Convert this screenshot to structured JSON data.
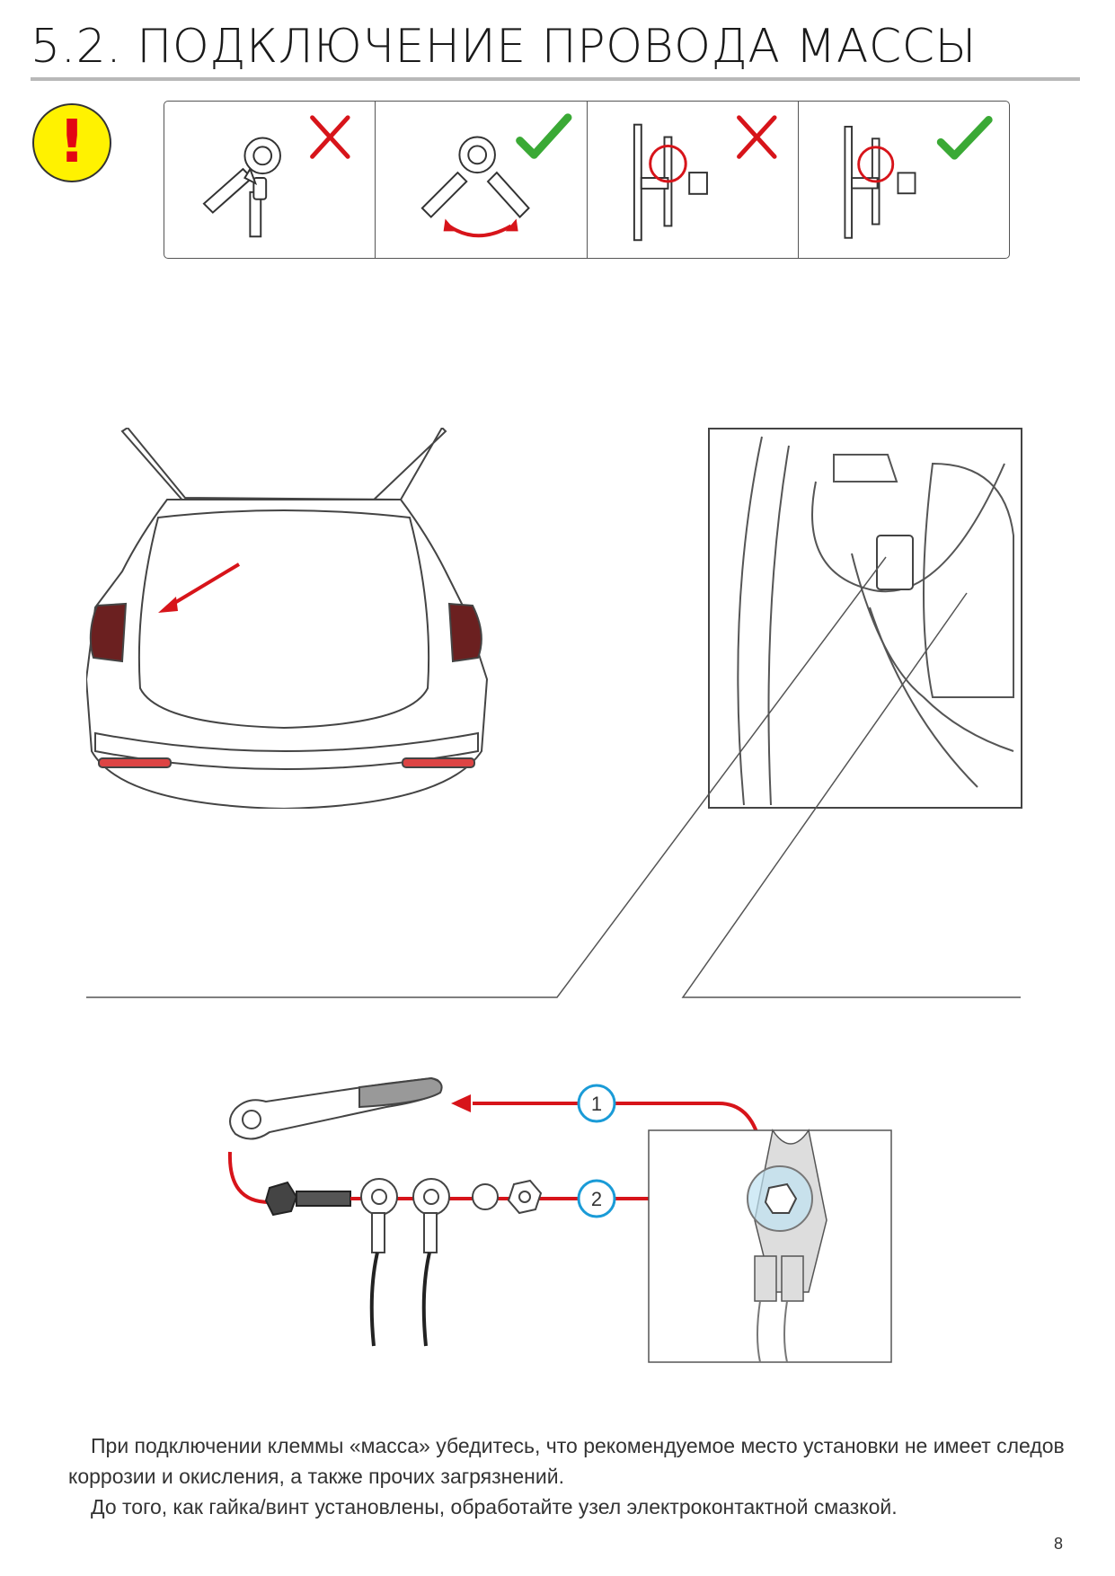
{
  "header": {
    "title": "5.2. ПОДКЛЮЧЕНИЕ ПРОВОДА МАССЫ"
  },
  "warning": {
    "symbol": "!",
    "icon": "warning-icon",
    "color": "#fff200"
  },
  "panels": [
    {
      "status": "incorrect",
      "icon": "cross-icon"
    },
    {
      "status": "correct",
      "icon": "check-icon"
    },
    {
      "status": "incorrect",
      "icon": "cross-icon"
    },
    {
      "status": "correct",
      "icon": "check-icon"
    }
  ],
  "steps": {
    "step1": "1",
    "step2": "2"
  },
  "body": {
    "paragraph1": "При подключении клеммы «масса» убедитесь, что рекомендуемое место установки не имеет следов коррозии и окисления, а также прочих загрязнений.",
    "paragraph2": "До того, как гайка/винт установлены, обработайте узел электроконтактной смазкой."
  },
  "footer": {
    "page_number": "8"
  },
  "colors": {
    "accent_red": "#d7141a",
    "check_green": "#3aa935",
    "callout_blue": "#1a9bd7"
  }
}
